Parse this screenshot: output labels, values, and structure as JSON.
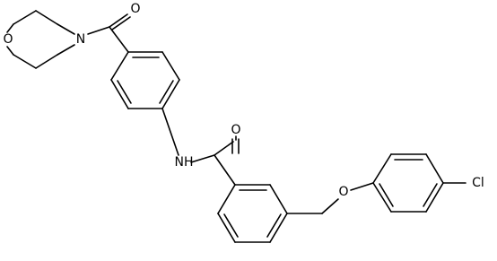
{
  "structure": {
    "atoms": {
      "o_ring": "O",
      "n_ring": "N",
      "o_carbonyl_top": "O",
      "nh": "NH",
      "o_carbonyl_mid": "O",
      "o_ether": "O",
      "cl": "Cl"
    }
  }
}
